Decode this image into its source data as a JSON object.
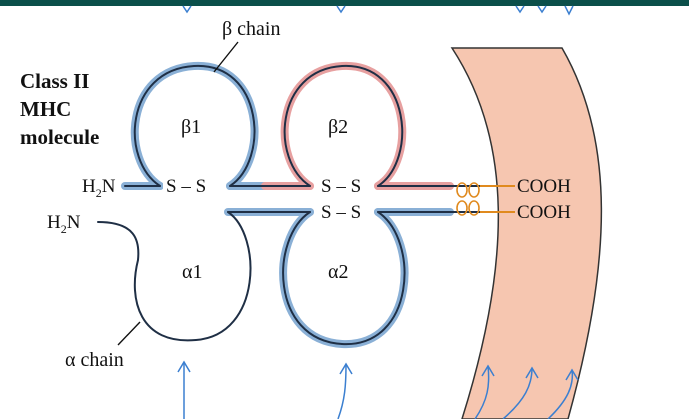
{
  "header_bar_color": "#0b4f4a",
  "colors": {
    "chain_stroke": "#1f2f45",
    "blue_halo": "#8ab0d6",
    "red_halo": "#e7a0a0",
    "membrane_fill": "#f6c6b0",
    "membrane_stroke": "#333333",
    "arrow_blue": "#3b7fd0",
    "link_orange": "#e08a1e"
  },
  "labels": {
    "molecule_name": [
      "Class II",
      "MHC",
      "molecule"
    ],
    "beta_chain": "β chain",
    "alpha_chain": "α chain",
    "beta1": "β1",
    "beta2": "β2",
    "alpha1": "α1",
    "alpha2": "α2",
    "h2n_top_main": "H",
    "h2n_top_sub": "2",
    "h2n_top_tail": "N",
    "h2n_bottom_main": "H",
    "h2n_bottom_sub": "2",
    "h2n_bottom_tail": "N",
    "disulfide_beta1": "S – S",
    "disulfide_beta2": "S – S",
    "disulfide_alpha2": "S – S",
    "cooh_top": "COOH",
    "cooh_bottom": "COOH"
  }
}
